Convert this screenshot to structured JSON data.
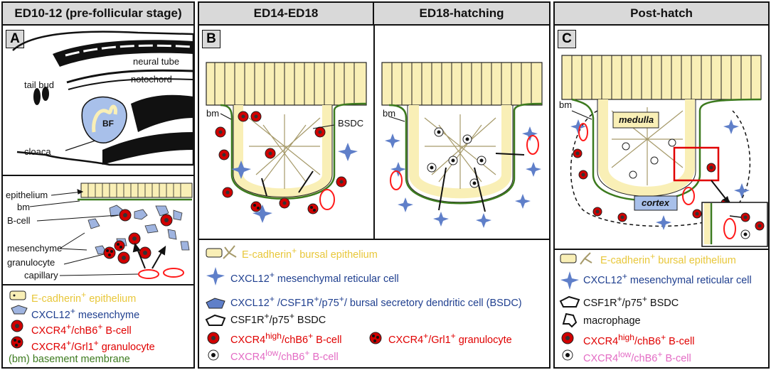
{
  "colors": {
    "epithelium_fill": "#f9efb6",
    "epithelium_stroke": "#222222",
    "basement_membrane": "#3c7a1e",
    "mesenchyme_fill": "#9fb4e0",
    "bcell_red": "#d10000",
    "capillary_red": "#ff1a1a",
    "bf_blue": "#a8c0ea",
    "header_grey": "#d9d9d9",
    "legend_yellow": "#e8c73a",
    "legend_blue": "#1f3f8f",
    "legend_red": "#e00000",
    "legend_pink": "#e36bc4",
    "legend_green": "#3c7a1e"
  },
  "panel_a": {
    "header": "ED10-12 (pre-follicular stage)",
    "letter": "A",
    "embryo_labels": {
      "tail_bud": "tail bud",
      "neural_tube": "neural tube",
      "notochord": "notochord",
      "bf": "BF",
      "cloaca": "cloaca"
    },
    "detail_labels": {
      "epithelium": "epithelium",
      "bm": "bm",
      "b_cell": "B-cell",
      "mesenchyme": "mesenchyme",
      "granulocyte": "granulocyte",
      "capillary": "capillary"
    },
    "legend": [
      {
        "icon": "epithelium-cell-icon",
        "pre": "",
        "sup": "",
        "post": "E-cadherin",
        "sup2": "+",
        "tail": " epithelium",
        "color": "yellow"
      },
      {
        "icon": "mesenchyme-cell-icon",
        "pre": "",
        "sup": "",
        "post": "CXCL12",
        "sup2": "+",
        "tail": " mesenchyme",
        "color": "blue"
      },
      {
        "icon": "b-cell-icon",
        "pre": "",
        "sup": "",
        "post": "CXCR4",
        "sup2": "+",
        "tail": "/chB6",
        "color": "red"
      },
      {
        "icon": "granulocyte-icon",
        "pre": "",
        "sup": "",
        "post": "CXCR4",
        "sup2": "+",
        "tail": "/Grl1",
        "color": "red"
      },
      {
        "icon": "none",
        "pre": "",
        "sup": "",
        "post": "(bm) basement membrane",
        "sup2": "",
        "tail": "",
        "color": "green"
      }
    ],
    "legend_text": {
      "l1a": "E-cadherin",
      "l1b": " epithelium",
      "l2a": "CXCL12",
      "l2b": " mesenchyme",
      "l3a": "CXCR4",
      "l3b": "/chB6",
      "l3c": " B-cell",
      "l4a": "CXCR4",
      "l4b": "/Grl1",
      "l4c": " granulocyte",
      "l5": "(bm) basement membrane",
      "sup_plus": "+"
    }
  },
  "panel_b": {
    "letter": "B",
    "header_left": "ED14-ED18",
    "header_right": "ED18-hatching",
    "labels": {
      "bm_left": "bm",
      "bsdc": "BSDC",
      "bm_right": "bm"
    },
    "legend_text": {
      "l1": "E-cadherin",
      "l1b": " bursal epithelium",
      "l2": "CXCL12",
      "l2b": " mesenchymal reticular cell",
      "l3a": "CXCL12",
      "l3b": " /CSF1R",
      "l3c": "/p75",
      "l3d": "/ bursal secretory dendritic cell (BSDC)",
      "l4a": "CSF1R",
      "l4b": "/p75",
      "l4c": " BSDC",
      "l5a": "CXCR4",
      "l5hi": "high",
      "l5b": "/chB6",
      "l5c": " B-cell",
      "l6a": "CXCR4",
      "l6b": "/Grl1",
      "l6c": " granulocyte",
      "l7a": "CXCR4",
      "l7lo": "low",
      "l7b": "/chB6",
      "l7c": " B-cell",
      "sup_plus": "+"
    }
  },
  "panel_c": {
    "header": "Post-hatch",
    "letter": "C",
    "labels": {
      "bm": "bm",
      "medulla": "medulla",
      "cortex": "cortex"
    },
    "legend_text": {
      "l1": "E-cadherin",
      "l1b": " bursal epithelium",
      "l2": "CXCL12",
      "l2b": " mesenchymal reticular cell",
      "l3a": "CSF1R",
      "l3b": "/p75",
      "l3c": " BSDC",
      "l4": "macrophage",
      "l5a": "CXCR4",
      "l5hi": "high",
      "l5b": "/chB6",
      "l5c": " B-cell",
      "l6a": "CXCR4",
      "l6lo": "low",
      "l6b": "/chB6",
      "l6c": " B-cell",
      "sup_plus": "+"
    }
  }
}
